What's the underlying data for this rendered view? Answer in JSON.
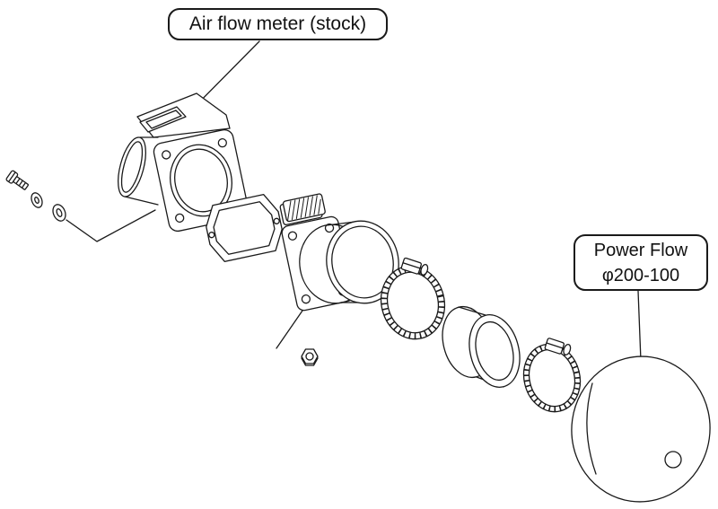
{
  "labels": {
    "air_flow_meter": "Air flow meter (stock)",
    "power_flow_line1": "Power Flow",
    "power_flow_line2": "φ200-100"
  },
  "colors": {
    "line": "#1a1a1a",
    "background": "#ffffff"
  },
  "parts": [
    {
      "name": "bolt"
    },
    {
      "name": "washer-small"
    },
    {
      "name": "washer-large"
    },
    {
      "name": "air-flow-meter"
    },
    {
      "name": "gasket"
    },
    {
      "name": "mesh-screen"
    },
    {
      "name": "adapter-flange"
    },
    {
      "name": "nut"
    },
    {
      "name": "hose-clamp-1"
    },
    {
      "name": "coupler"
    },
    {
      "name": "hose-clamp-2"
    },
    {
      "name": "power-flow-filter"
    }
  ]
}
